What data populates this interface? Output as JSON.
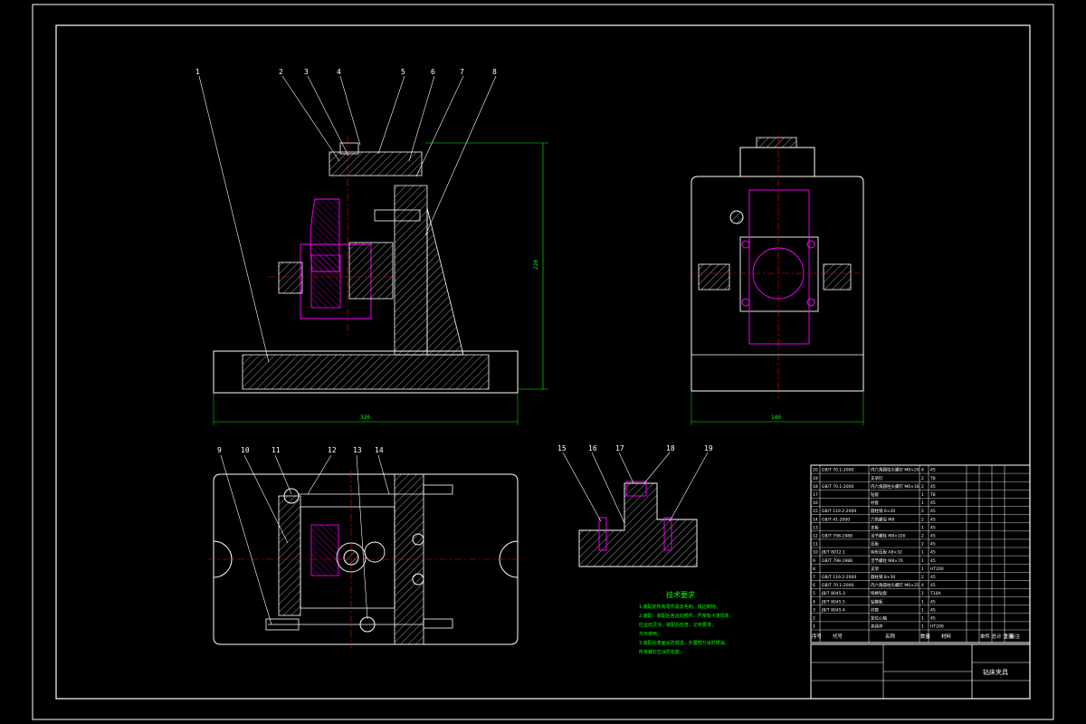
{
  "colors": {
    "background": "#000000",
    "outline": "#ffffff",
    "hatch": "#ffffff",
    "center": "#ff0000",
    "part": "#ff00ff",
    "dimension": "#00ff00",
    "notes": "#00ff00"
  },
  "part_numbers": {
    "front_view": [
      "1",
      "2",
      "3",
      "4",
      "5",
      "6",
      "7",
      "8"
    ],
    "top_view": [
      "9",
      "10",
      "11",
      "12",
      "13",
      "14"
    ],
    "detail_view": [
      "15",
      "16",
      "17",
      "18",
      "19"
    ]
  },
  "dimensions": {
    "front_width": "320",
    "front_height": "220",
    "side_width": "140"
  },
  "technical_requirements": {
    "title": "技术要求",
    "lines": [
      "1.装配前所有零件需去毛刺、锐边倒钝。",
      "2.装配：装配后各运动部件，严禁有卡滞现象，",
      "应运动灵活，装配后检查，达到要求，",
      "方可使用。",
      "3.装配后表面涂防锈漆，外露部分涂防锈油，",
      "所有螺钉应涂防松胶。"
    ]
  },
  "bom": {
    "rows": [
      {
        "no": "20",
        "std": "GB/T 70.1-2000",
        "name": "内六角圆柱头螺钉 M8×20",
        "qty": "4",
        "mat": "45"
      },
      {
        "no": "19",
        "std": "",
        "name": "支承钉",
        "qty": "2",
        "mat": "T8"
      },
      {
        "no": "18",
        "std": "GB/T 70.1-2000",
        "name": "内六角圆柱头螺钉 M6×16",
        "qty": "2",
        "mat": "45"
      },
      {
        "no": "17",
        "std": "",
        "name": "钻套",
        "qty": "1",
        "mat": "T8"
      },
      {
        "no": "16",
        "std": "",
        "name": "衬套",
        "qty": "1",
        "mat": "45"
      },
      {
        "no": "15",
        "std": "GB/T 119.2-2000",
        "name": "圆柱销 6×20",
        "qty": "2",
        "mat": "45"
      },
      {
        "no": "14",
        "std": "GB/T 41-2000",
        "name": "六角螺母 M8",
        "qty": "2",
        "mat": "45"
      },
      {
        "no": "13",
        "std": "",
        "name": "支板",
        "qty": "1",
        "mat": "45"
      },
      {
        "no": "12",
        "std": "GB/T 798-1988",
        "name": "活节螺栓 M8×100",
        "qty": "2",
        "mat": "45"
      },
      {
        "no": "11",
        "std": "",
        "name": "压板",
        "qty": "2",
        "mat": "45"
      },
      {
        "no": "10",
        "std": "JB/T 8012.1",
        "name": "钩形压板 A8×32",
        "qty": "1",
        "mat": "45"
      },
      {
        "no": "9",
        "std": "GB/T 798-1988",
        "name": "活节螺栓 M8×70",
        "qty": "1",
        "mat": "45"
      },
      {
        "no": "8",
        "std": "",
        "name": "支架",
        "qty": "1",
        "mat": "HT200"
      },
      {
        "no": "7",
        "std": "GB/T 119.2-2000",
        "name": "圆柱销 8×30",
        "qty": "2",
        "mat": "45"
      },
      {
        "no": "6",
        "std": "GB/T 70.1-2000",
        "name": "内六角圆柱头螺钉 M6×25",
        "qty": "4",
        "mat": "45"
      },
      {
        "no": "5",
        "std": "JB/T 8045.3",
        "name": "快换钻套",
        "qty": "1",
        "mat": "T10A"
      },
      {
        "no": "4",
        "std": "JB/T 8045.5",
        "name": "钻模板",
        "qty": "1",
        "mat": "45"
      },
      {
        "no": "3",
        "std": "JB/T 8045.4",
        "name": "衬套",
        "qty": "1",
        "mat": "45"
      },
      {
        "no": "2",
        "std": "",
        "name": "定位心轴",
        "qty": "1",
        "mat": "45"
      },
      {
        "no": "1",
        "std": "",
        "name": "夹具体",
        "qty": "1",
        "mat": "HT200"
      }
    ],
    "header": {
      "no": "序号",
      "std": "代号",
      "name": "名称",
      "qty": "数量",
      "mat": "材料",
      "weight": "单件 总计 重量",
      "remark": "备注"
    },
    "title_box": "钻床夹具"
  }
}
